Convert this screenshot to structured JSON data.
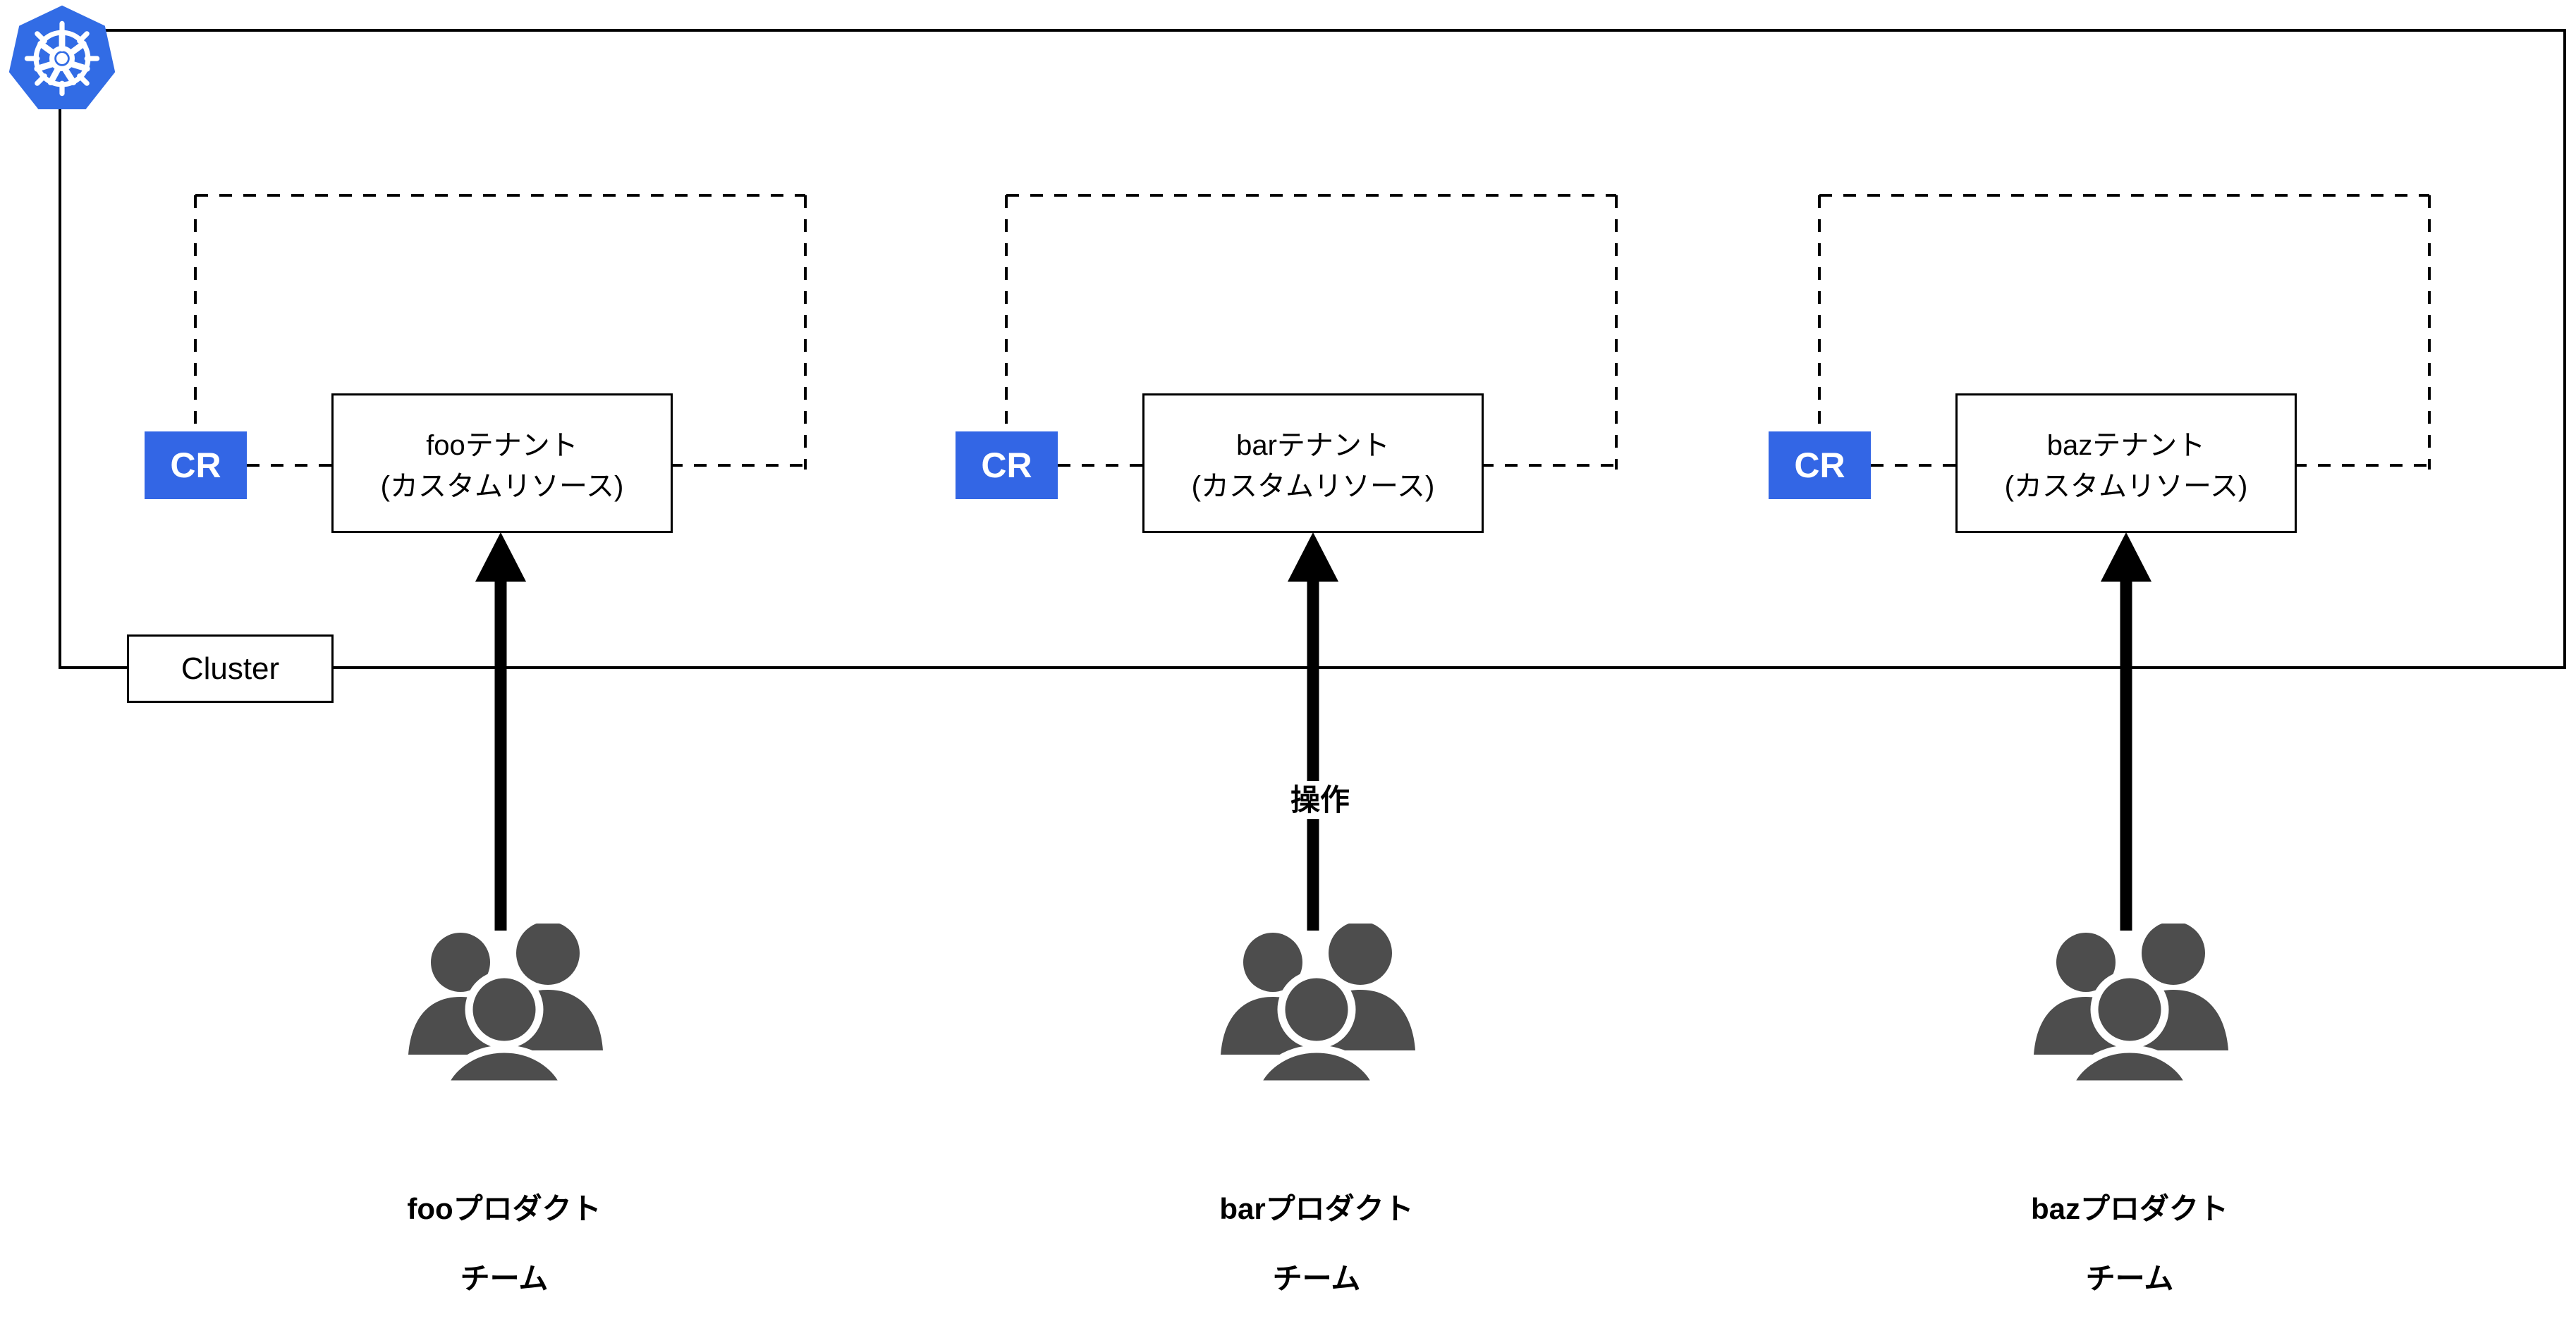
{
  "diagram": {
    "title_icon": "kubernetes-logo",
    "cluster": {
      "label": "Cluster"
    },
    "operation_label": "操作",
    "colors": {
      "kubernetes_blue": "#326ce5",
      "cr_badge_blue": "#3366e5",
      "people_gray": "#4d4d4d",
      "line_black": "#000000",
      "background": "#ffffff"
    },
    "groups": [
      {
        "id": "foo",
        "cr_label": "CR",
        "tenant_line1": "fooテナント",
        "tenant_line2": "(カスタムリソース)",
        "team_line1": "fooプロダクト",
        "team_line2": "チーム",
        "arrow_label": ""
      },
      {
        "id": "bar",
        "cr_label": "CR",
        "tenant_line1": "barテナント",
        "tenant_line2": "(カスタムリソース)",
        "team_line1": "barプロダクト",
        "team_line2": "チーム",
        "arrow_label": "操作"
      },
      {
        "id": "baz",
        "cr_label": "CR",
        "tenant_line1": "bazテナント",
        "tenant_line2": "(カスタムリソース)",
        "team_line1": "bazプロダクト",
        "team_line2": "チーム",
        "arrow_label": ""
      }
    ]
  }
}
